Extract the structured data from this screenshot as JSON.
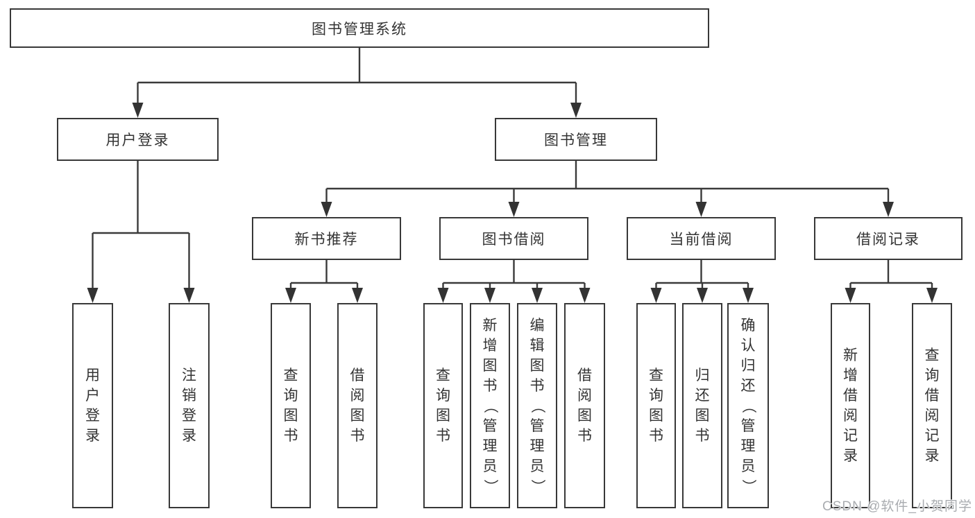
{
  "colors": {
    "line": "#3a3a3a",
    "arrow": "#333333",
    "text": "#333333",
    "box_border": "#383838",
    "background": "#ffffff",
    "watermark": "#a9acb0"
  },
  "watermark": "CSDN @软件_小贺同学",
  "nodes": {
    "root": {
      "label": "图书管理系统"
    },
    "login": {
      "label": "用户登录"
    },
    "management": {
      "label": "图书管理"
    },
    "login_children": [
      {
        "label": "用户登录"
      },
      {
        "label": "注销登录"
      }
    ],
    "modules": [
      {
        "label": "新书推荐",
        "children": [
          {
            "label": "查询图书"
          },
          {
            "label": "借阅图书"
          }
        ]
      },
      {
        "label": "图书借阅",
        "children": [
          {
            "label": "查询图书"
          },
          {
            "label": "新增图书（管理员）"
          },
          {
            "label": "编辑图书（管理员）"
          },
          {
            "label": "借阅图书"
          }
        ]
      },
      {
        "label": "当前借阅",
        "children": [
          {
            "label": "查询图书"
          },
          {
            "label": "归还图书"
          },
          {
            "label": "确认归还（管理员）"
          }
        ]
      },
      {
        "label": "借阅记录",
        "children": [
          {
            "label": "新增借阅记录"
          },
          {
            "label": "查询借阅记录"
          }
        ]
      }
    ]
  }
}
